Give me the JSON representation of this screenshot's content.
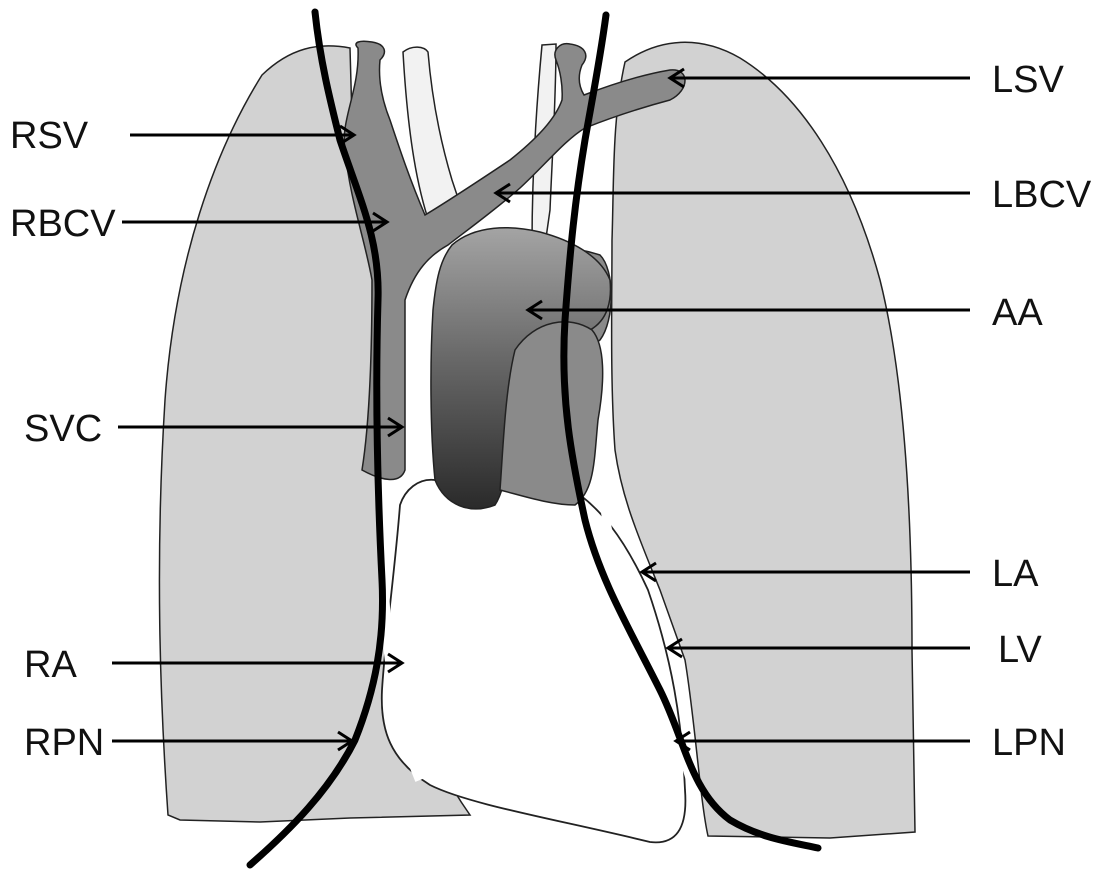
{
  "labels": {
    "rsv": "RSV",
    "rbcv": "RBCV",
    "svc": "SVC",
    "ra": "RA",
    "rpn": "RPN",
    "lsv": "LSV",
    "lbcv": "LBCV",
    "aa": "AA",
    "la": "LA",
    "lv": "LV",
    "lpn": "LPN"
  },
  "colors": {
    "lung": "#d2d2d2",
    "vein": "#8a8a8a",
    "aorta_top": "#9a9a9a",
    "aorta_bottom": "#2e2e2e",
    "nerve": "#000000"
  }
}
